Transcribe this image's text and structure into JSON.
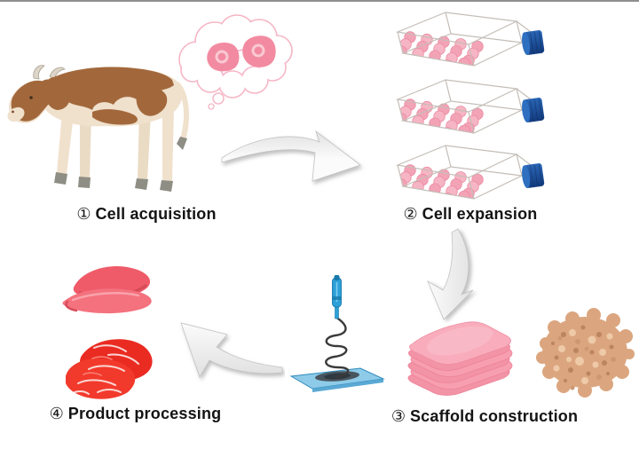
{
  "figure": {
    "steps": [
      {
        "number": "①",
        "label": "Cell acquisition"
      },
      {
        "number": "②",
        "label": "Cell expansion"
      },
      {
        "number": "③",
        "label": "Scaffold construction"
      },
      {
        "number": "④",
        "label": "Product processing"
      }
    ],
    "colors": {
      "background": "#ffffff",
      "label_text": "#141414",
      "cow_body_brown": "#a2683c",
      "cow_hide_cream": "#f0e1cd",
      "hoof_gray": "#8e8e85",
      "bubble_outline_pink": "#f6b6c6",
      "cell_pink": "#f28ba1",
      "flask_wireframe_gray": "#c4beb8",
      "flask_cells_pink": "#f3a3b6",
      "flask_cap_blue": "#1d4f9f",
      "arrow_fill": "#f2f2f2",
      "arrow_shadow": "#8c8c8c",
      "device_blue": "#2da0d8",
      "collector_plate_blue": "#8ecbe9",
      "fiber_dark": "#3a3a3a",
      "scaffold_pink": "#f9adbc",
      "sponge_tan": "#dba67f",
      "meat_slice_pink": "#f0626f",
      "steak_red": "#ee2f26"
    }
  }
}
